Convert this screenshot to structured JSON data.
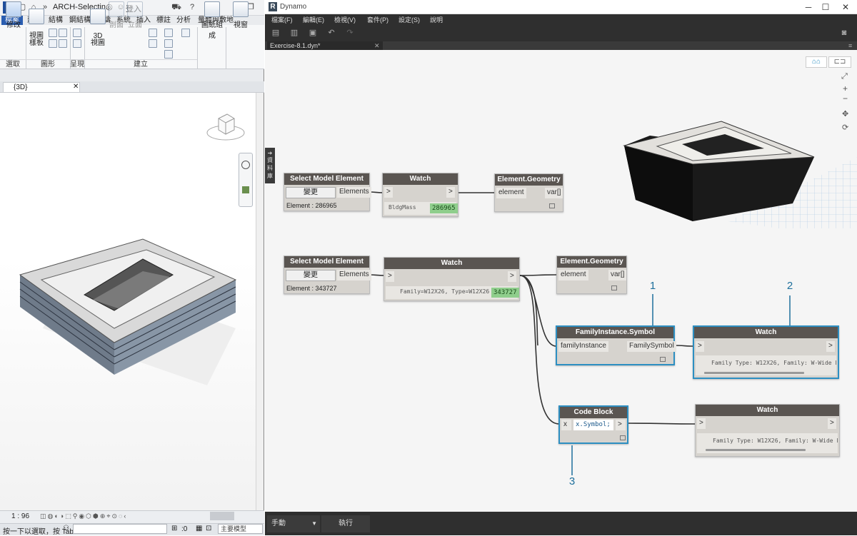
{
  "revit": {
    "filename": "ARCH-Selectin...",
    "login": "登入",
    "tabs": [
      "檔案",
      "建築",
      "結構",
      "鋼結構",
      "預鑄",
      "系統",
      "插入",
      "標註",
      "分析",
      "量體與敷地"
    ],
    "ribbon": {
      "modify": "修改",
      "view_template": "視圖\n樣板",
      "view_3d": "3D\n視圖",
      "section": "剖面",
      "elevation": "立面",
      "sheet_compose": "圖紙組成",
      "windows": "視窗",
      "groups": [
        "選取",
        "圖形",
        "呈現",
        "建立"
      ]
    },
    "view_tab": "{3D}",
    "scale": "1 : 96",
    "hint": "按一下以選取，按 Tab",
    "coord": ":0",
    "model_select": "主要模型"
  },
  "dynamo": {
    "app_name": "Dynamo",
    "menus": [
      "檔案(F)",
      "編輯(E)",
      "檢視(V)",
      "套件(P)",
      "設定(S)",
      "說明"
    ],
    "tab": "Exercise-8.1.dyn*",
    "library": "資料庫",
    "run_mode": "手動",
    "run_button": "執行",
    "nodes": {
      "sel1": {
        "title": "Select Model Element",
        "button": "變更",
        "out": "Elements",
        "info": "Element : 286965"
      },
      "watch1": {
        "title": "Watch",
        "in": ">",
        "out": ">",
        "text": "BldgMass",
        "value": "286965"
      },
      "geom1": {
        "title": "Element.Geometry",
        "in": "element",
        "out": "var[]"
      },
      "sel2": {
        "title": "Select Model Element",
        "button": "變更",
        "out": "Elements",
        "info": "Element : 343727"
      },
      "watch2": {
        "title": "Watch",
        "in": ">",
        "out": ">",
        "text": "Family=W12X26, Type=W12X26",
        "value": "343727"
      },
      "geom2": {
        "title": "Element.Geometry",
        "in": "element",
        "out": "var[]"
      },
      "fis": {
        "title": "FamilyInstance.Symbol",
        "in": "familyInstance",
        "out": "FamilySymbol"
      },
      "watch3": {
        "title": "Watch",
        "in": ">",
        "out": ">",
        "text": "Family Type: W12X26, Family: W-Wide Fl"
      },
      "code": {
        "title": "Code Block",
        "in": "x",
        "code": "x.Symbol;",
        "out": ">"
      },
      "watch4": {
        "title": "Watch",
        "in": ">",
        "out": ">",
        "text": "Family Type: W12X26, Family: W-Wide Fl"
      }
    },
    "callouts": [
      "1",
      "2",
      "3"
    ]
  }
}
